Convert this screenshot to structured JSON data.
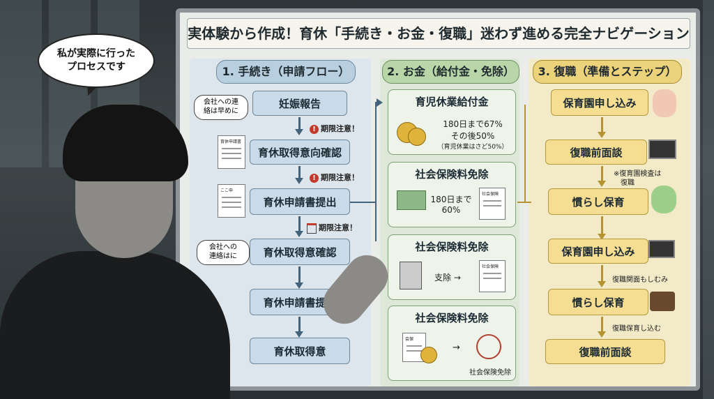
{
  "title": "実体験から作成！育休「手続き・お金・復職」迷わず進める完全ナビゲーション",
  "speech_bubble": {
    "line1": "私が実際に行った",
    "line2": "プロセスです"
  },
  "columns": {
    "procedures": {
      "header": "1. 手続き（申請フロー）",
      "steps": [
        "妊娠報告",
        "育休取得意向確認",
        "育休申請書提出",
        "育休取得意確認",
        "育休申請書提出",
        "育休取得意"
      ],
      "warnings": [
        "期限注意！",
        "期限注意！",
        "期限注意！"
      ],
      "notes": [
        {
          "line1": "会社への連",
          "line2": "絡は早めに"
        },
        {
          "line1": "会社への",
          "line2": "連絡はに"
        }
      ],
      "doc_labels": [
        "育休申請書",
        "ここ申"
      ]
    },
    "money": {
      "header": "2. お金（給付金・免除）",
      "cards": [
        {
          "title": "育児休業給付金",
          "line1": "180日まで67%",
          "line2": "その後50%",
          "line3": "（育児休業はさど50%）"
        },
        {
          "title": "社会保険料免除",
          "line1": "180日まで",
          "line2": "60%",
          "doc_label": "社会保険"
        },
        {
          "title": "社会保険料免除",
          "line1": "支除 →",
          "doc_label": "社会保険"
        },
        {
          "title": "社会保険料免除",
          "line1": "→",
          "caption": "社会保険免除",
          "doc_label": "会保"
        }
      ]
    },
    "return": {
      "header": "3. 復職（準備とステップ）",
      "steps": [
        "保育園申し込み",
        "復職前面談",
        "慣らし保育",
        "保育園申し込み",
        "慣らし保育",
        "復職前面談"
      ],
      "notes": [
        "※復育園検査は",
        "復職",
        "復職関面もしむみ",
        "復職保育し込む"
      ]
    }
  },
  "colors": {
    "procedures": "#c9dbe8",
    "money": "#dde8d8",
    "return": "#f5dd92",
    "warning": "#c43a2b"
  },
  "icons": [
    "warning-icon",
    "calendar-icon",
    "coins-icon",
    "banknote-icon",
    "calculator-icon",
    "laptop-icon",
    "briefcase-icon",
    "baby-icon",
    "mother-baby-icon",
    "document-icon",
    "seal-icon"
  ]
}
